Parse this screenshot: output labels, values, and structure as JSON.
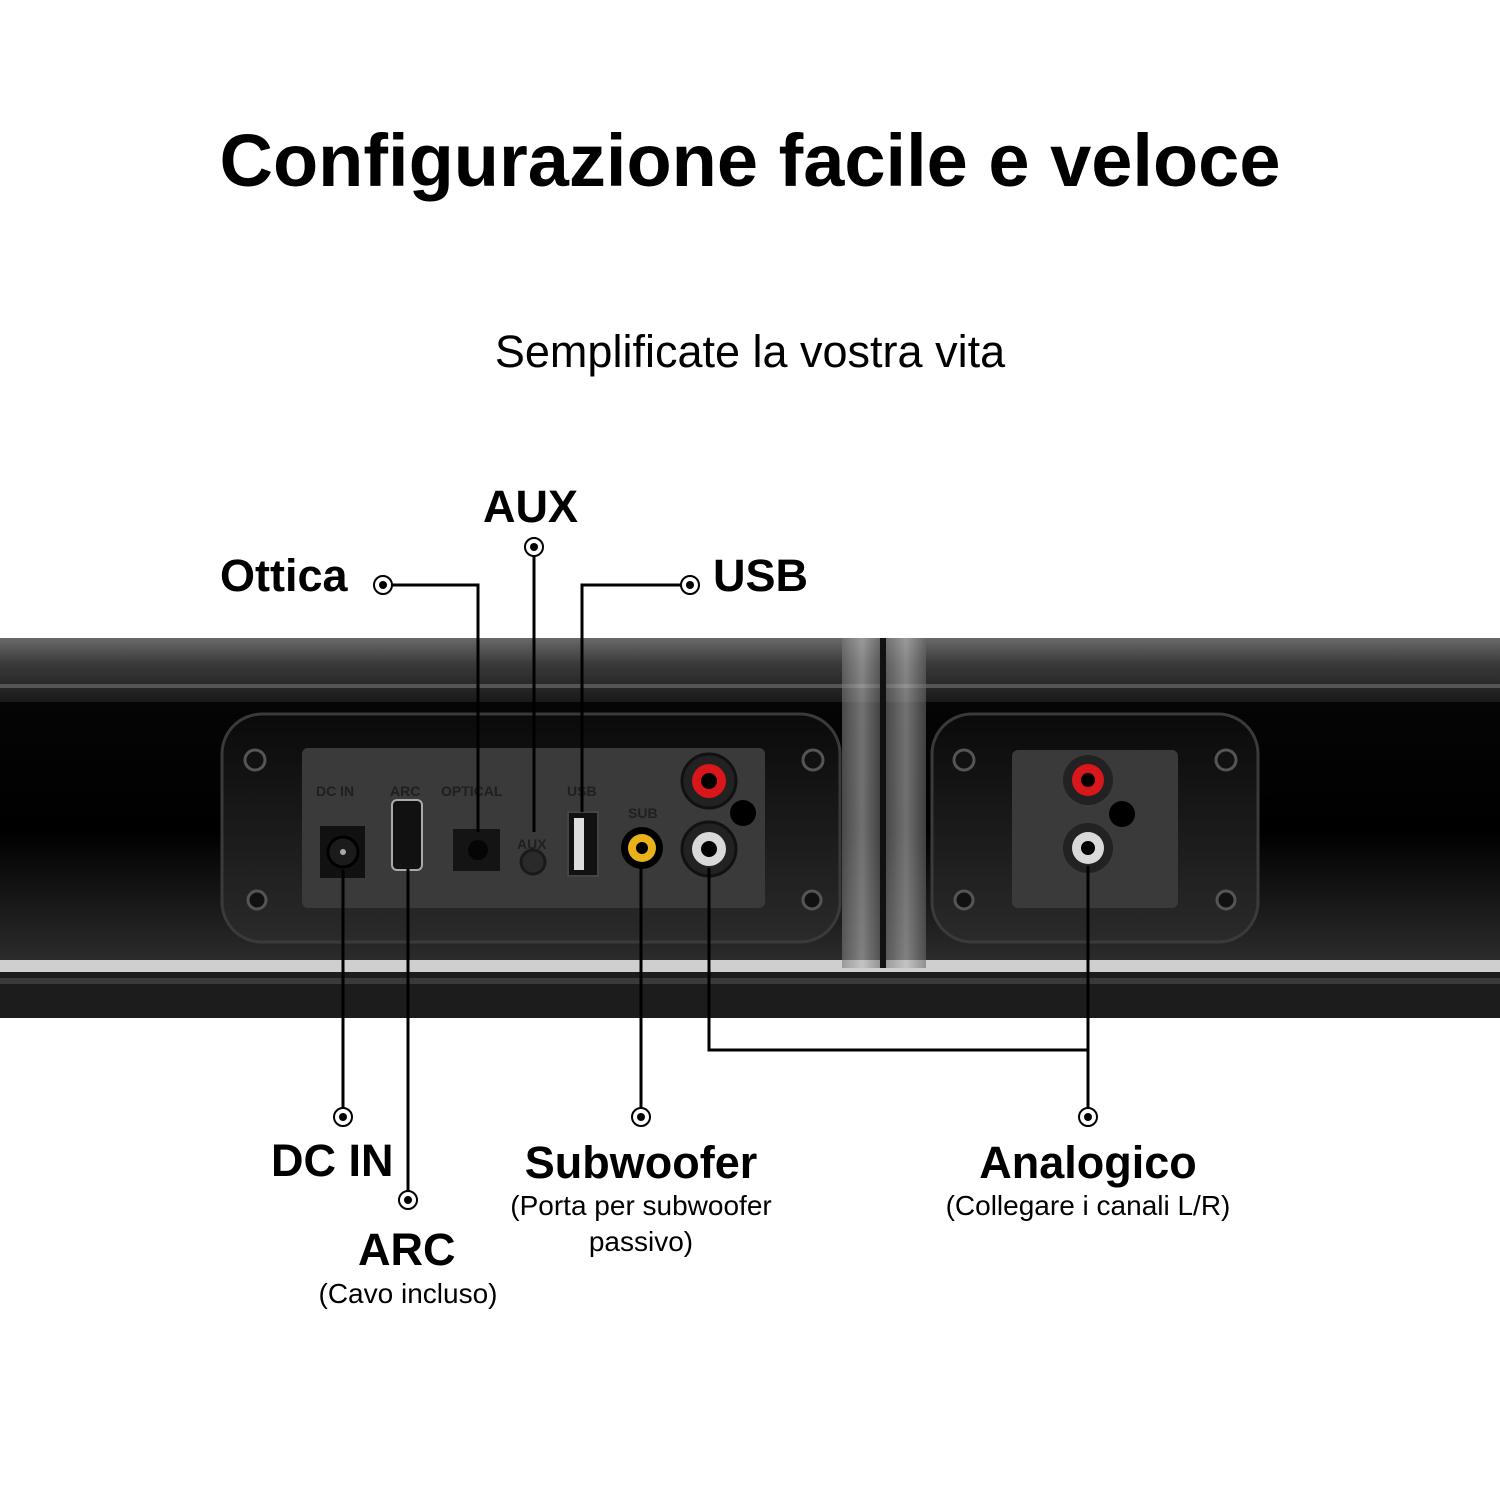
{
  "header": {
    "title": "Configurazione facile e veloce",
    "subtitle": "Semplificate la vostra vita"
  },
  "callouts": {
    "ottica": "Ottica",
    "aux": "AUX",
    "usb": "USB",
    "dc_in": "DC IN",
    "arc": "ARC",
    "arc_note": "(Cavo incluso)",
    "subwoofer": "Subwoofer",
    "subwoofer_note_1": "(Porta per subwoofer",
    "subwoofer_note_2": "passivo)",
    "analogico": "Analogico",
    "analogico_note": "(Collegare i canali L/R)"
  },
  "panel_labels": {
    "dc_in": "DC IN",
    "arc": "ARC",
    "optical": "OPTICAL",
    "aux": "AUX",
    "usb": "USB",
    "sub": "SUB"
  },
  "colors": {
    "rca_red": "#d8161b",
    "rca_white": "#d9d9d9",
    "rca_yellow": "#e8b21a",
    "body": "#111111"
  }
}
